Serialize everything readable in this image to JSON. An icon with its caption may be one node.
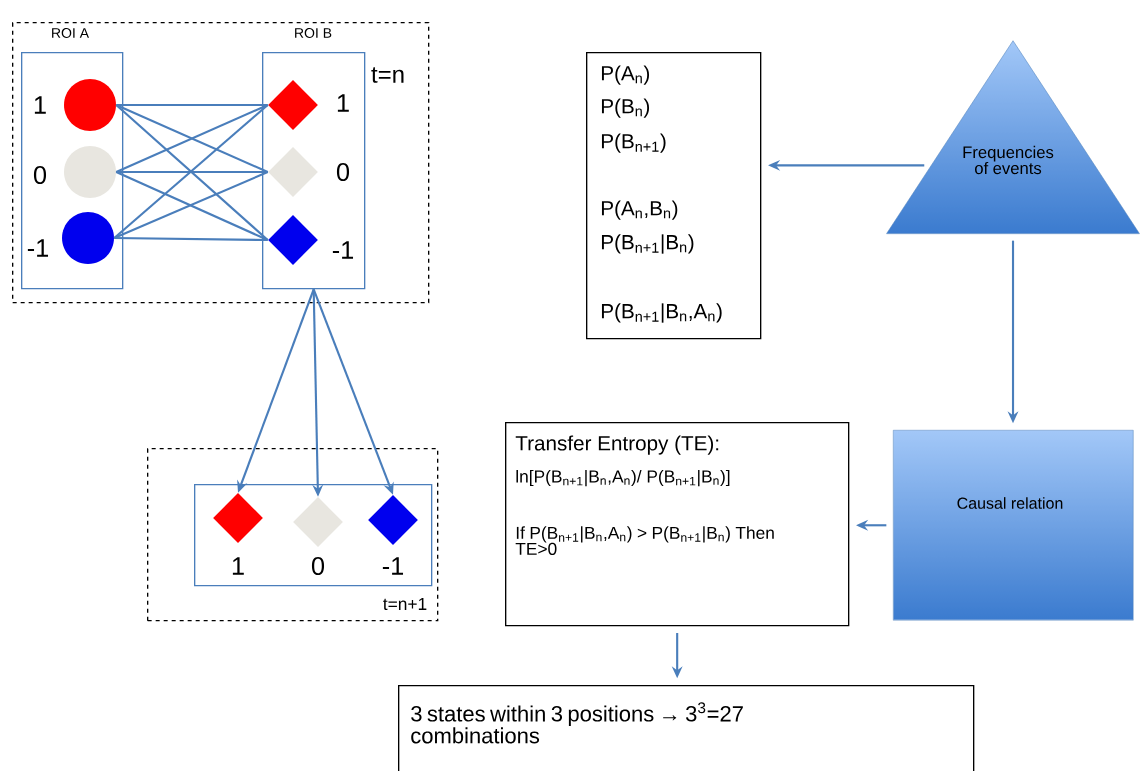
{
  "diagram": {
    "nodes": [
      {
        "text": [
          "t=n"
        ]
      },
      {
        "text": [
          "ROI A"
        ],
        "in": 0
      },
      {
        "text": [],
        "shape": "circle",
        "in": 1,
        "beside": [
          "1"
        ]
      },
      {
        "text": [],
        "shape": "circle",
        "in": 1,
        "beside": [
          "0"
        ]
      },
      {
        "text": [],
        "shape": "circle",
        "in": 1,
        "beside": [
          "-1"
        ]
      },
      {
        "text": [
          "ROI B"
        ],
        "in": 0
      },
      {
        "text": [],
        "shape": "diamond",
        "in": 5,
        "beside": [
          "1"
        ]
      },
      {
        "text": [],
        "shape": "diamond",
        "in": 5,
        "beside": [
          "0"
        ]
      },
      {
        "text": [],
        "shape": "diamond",
        "in": 5,
        "beside": [
          "-1"
        ]
      },
      {
        "text": [
          "t=n+1"
        ]
      },
      {
        "text": [],
        "shape": "box",
        "in": 9
      },
      {
        "text": [],
        "shape": "diamond",
        "in": 10,
        "beside": [
          "1"
        ]
      },
      {
        "text": [],
        "shape": "diamond",
        "in": 10,
        "beside": [
          "0"
        ]
      },
      {
        "text": [],
        "shape": "diamond",
        "in": 10,
        "beside": [
          "-1"
        ]
      },
      {
        "text": [
          "P(A$_{n}$)",
          "P(B$_{n}$)",
          "P(B$_{n+1}$)",
          "P(A$_{n}$,B$_{n}$)",
          "P(B$_{n+1}$|B$_{n}$)",
          "P(B$_{n+1}$|B$_{n}$,A$_{n}$)"
        ]
      },
      {
        "text": [
          "Frequencies of events"
        ]
      },
      {
        "text": [
          "Causal relation"
        ]
      },
      {
        "text": [
          "Transfer Entropy (TE):",
          "ln[P(B$_{n+1}$|B$_{n}$,A$_{n}$)/ P(B$_{n+1}$|B$_{n}$)]",
          "If P(B$_{n+1}$|B$_{n}$,A$_{n}$) > P(B$_{n+1}$|B$_{n}$) Then TE>0"
        ]
      },
      {
        "text": [
          "3 states within 3 positions → 3$^{3}$=27 combinations"
        ]
      }
    ],
    "edges": [
      {
        "from": 2,
        "to": 6,
        "arrow": "none"
      },
      {
        "from": 2,
        "to": 7,
        "arrow": "none"
      },
      {
        "from": 2,
        "to": 8,
        "arrow": "none"
      },
      {
        "from": 3,
        "to": 6,
        "arrow": "none"
      },
      {
        "from": 3,
        "to": 7,
        "arrow": "none"
      },
      {
        "from": 3,
        "to": 8,
        "arrow": "none"
      },
      {
        "from": 4,
        "to": 6,
        "arrow": "none"
      },
      {
        "from": 4,
        "to": 7,
        "arrow": "none"
      },
      {
        "from": 4,
        "to": 8,
        "arrow": "none"
      },
      {
        "from": 5,
        "to": 11,
        "arrow": "to"
      },
      {
        "from": 5,
        "to": 12,
        "arrow": "to"
      },
      {
        "from": 5,
        "to": 13,
        "arrow": "to"
      },
      {
        "from": 15,
        "to": 14,
        "arrow": "to"
      },
      {
        "from": 15,
        "to": 16,
        "arrow": "to"
      },
      {
        "from": 16,
        "to": 17,
        "arrow": "to"
      },
      {
        "from": 17,
        "to": 18,
        "arrow": "to"
      }
    ]
  }
}
